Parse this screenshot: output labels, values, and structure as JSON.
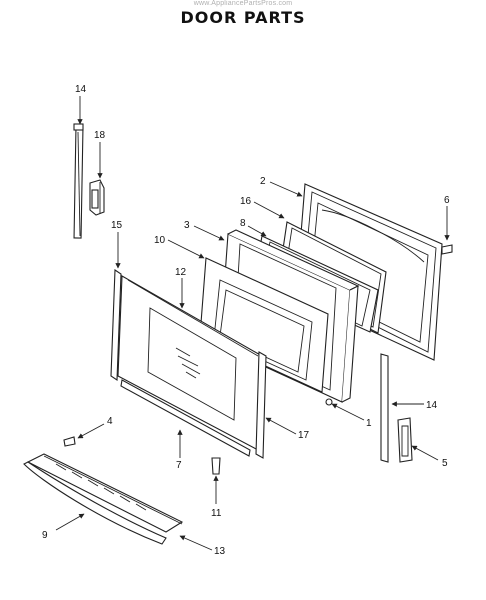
{
  "watermark": "www.AppliancePartsPros.com",
  "title": "DOOR PARTS",
  "callouts": [
    {
      "id": "c1",
      "text": "1"
    },
    {
      "id": "c2",
      "text": "2"
    },
    {
      "id": "c3",
      "text": "3"
    },
    {
      "id": "c4",
      "text": "4"
    },
    {
      "id": "c5",
      "text": "5"
    },
    {
      "id": "c6",
      "text": "6"
    },
    {
      "id": "c7",
      "text": "7"
    },
    {
      "id": "c8",
      "text": "8"
    },
    {
      "id": "c9",
      "text": "9"
    },
    {
      "id": "c10",
      "text": "10"
    },
    {
      "id": "c11",
      "text": "11"
    },
    {
      "id": "c12",
      "text": "12"
    },
    {
      "id": "c13",
      "text": "13"
    },
    {
      "id": "c14a",
      "text": "14"
    },
    {
      "id": "c14b",
      "text": "14"
    },
    {
      "id": "c15",
      "text": "15"
    },
    {
      "id": "c16",
      "text": "16"
    },
    {
      "id": "c17",
      "text": "17"
    },
    {
      "id": "c18",
      "text": "18"
    }
  ]
}
